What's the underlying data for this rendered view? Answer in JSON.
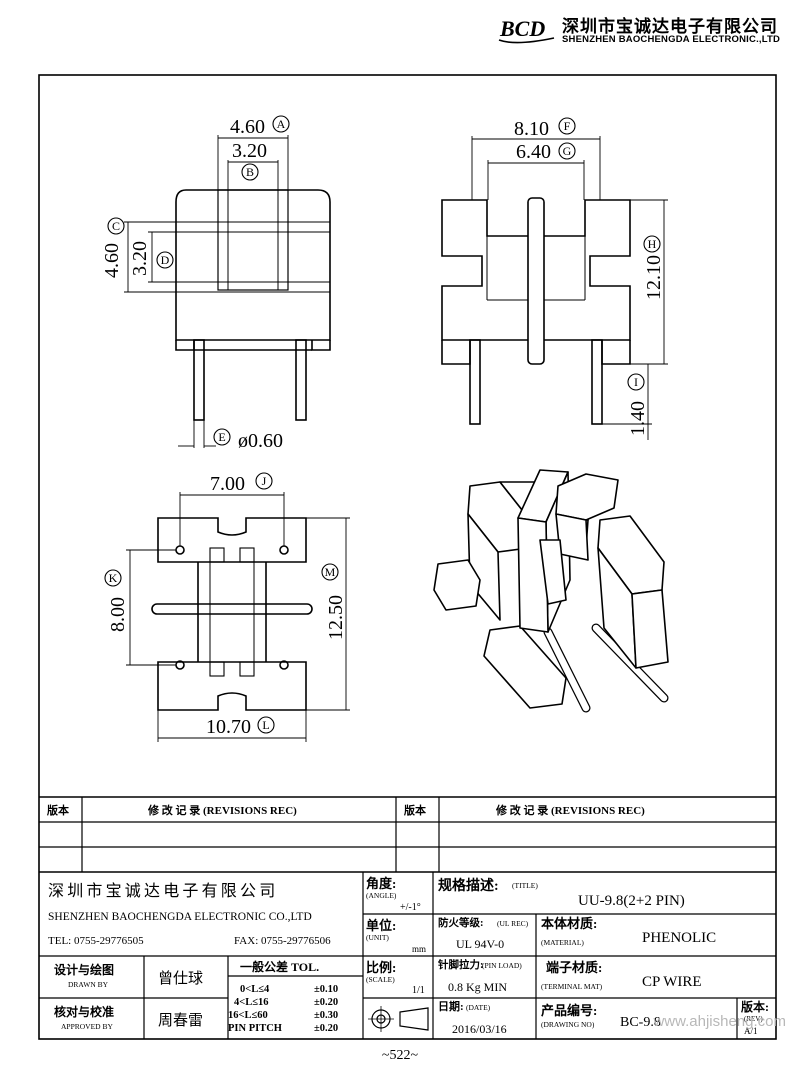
{
  "header": {
    "logo_text": "BCD",
    "company_cn": "深圳市宝诚达电子有限公司",
    "company_en": "SHENZHEN BAOCHENGDA ELECTRONIC.,LTD"
  },
  "drawing": {
    "dim_A": "4.60",
    "dim_B": "3.20",
    "dim_C": "4.60",
    "dim_D": "3.20",
    "dim_E": "ø0.60",
    "dim_F": "8.10",
    "dim_G": "6.40",
    "dim_H": "12.10",
    "dim_I": "1.40",
    "dim_J": "7.00",
    "dim_K": "8.00",
    "dim_L": "10.70",
    "dim_M": "12.50",
    "labels": {
      "A": "A",
      "B": "B",
      "C": "C",
      "D": "D",
      "E": "E",
      "F": "F",
      "G": "G",
      "H": "H",
      "I": "I",
      "J": "J",
      "K": "K",
      "L": "L",
      "M": "M"
    }
  },
  "revisions": {
    "col_version": "版本",
    "col_record": "修 改 记 录 (REVISIONS REC)"
  },
  "title_block": {
    "company_cn": "深圳市宝诚达电子有限公司",
    "company_en": "SHENZHEN BAOCHENGDA ELECTRONIC CO.,LTD",
    "tel": "TEL: 0755-29776505",
    "fax": "FAX: 0755-29776506",
    "angle_cn": "角度:",
    "angle_en": "(ANGLE)",
    "angle_val": "+/-1°",
    "unit_cn": "单位:",
    "unit_en": "(UNIT)",
    "unit_val": "mm",
    "scale_cn": "比例:",
    "scale_en": "(SCALE)",
    "scale_val": "1/1",
    "title_cn": "规格描述:",
    "title_en": "(TITLE)",
    "title_val": "UU-9.8(2+2 PIN)",
    "fire_cn": "防火等级:",
    "fire_en": "(UL REC)",
    "fire_val": "UL 94V-0",
    "material_cn": "本体材质:",
    "material_en": "(MATERIAL)",
    "material_val": "PHENOLIC",
    "pinload_cn": "针脚拉力:",
    "pinload_en": "(PIN LOAD)",
    "pinload_val": "0.8 Kg MIN",
    "terminal_cn": "端子材质:",
    "terminal_en": "(TERMINAL MAT)",
    "terminal_val": "CP WIRE",
    "date_cn": "日期:",
    "date_en": "(DATE)",
    "date_val": "2016/03/16",
    "drawno_cn": "产品编号:",
    "drawno_en": "(DRAWING NO)",
    "drawno_val": "BC-9.8",
    "rev_cn": "版本:",
    "rev_en": "(REV)",
    "rev_val": "A/1",
    "drawn_cn": "设计与绘图",
    "drawn_en": "DRAWN BY",
    "drawn_val": "曾仕球",
    "approved_cn": "核对与校准",
    "approved_en": "APPROVED BY",
    "approved_val": "周春雷",
    "tol_title": "一般公差 TOL.",
    "tol_rows": [
      {
        "range": "0<L≤4",
        "val": "±0.10"
      },
      {
        "range": "4<L≤16",
        "val": "±0.20"
      },
      {
        "range": "16<L≤60",
        "val": "±0.30"
      },
      {
        "range": "PIN PITCH",
        "val": "±0.20"
      }
    ]
  },
  "footer": {
    "page_number": "~522~",
    "watermark": "www.ahjisheng.com"
  }
}
